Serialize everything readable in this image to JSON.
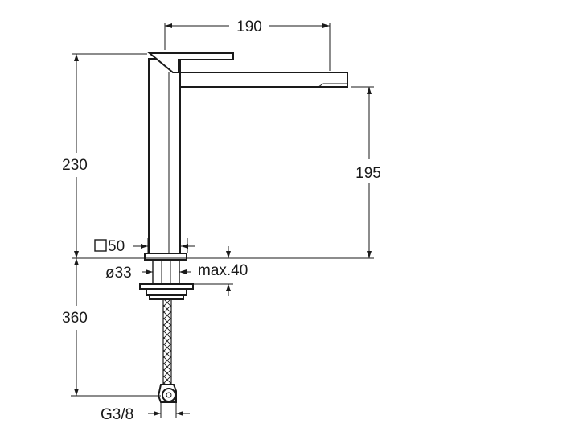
{
  "dimensions": {
    "spout_reach": "190",
    "total_height": "230",
    "spout_height": "195",
    "body_width": "50",
    "hole_diameter": "ø33",
    "max_deck_thickness": "max.40",
    "hose_length": "360",
    "connection_thread": "G3/8"
  },
  "symbols": {
    "square": "square-section-symbol"
  },
  "colors": {
    "line": "#1a1a1a",
    "background": "#ffffff"
  }
}
